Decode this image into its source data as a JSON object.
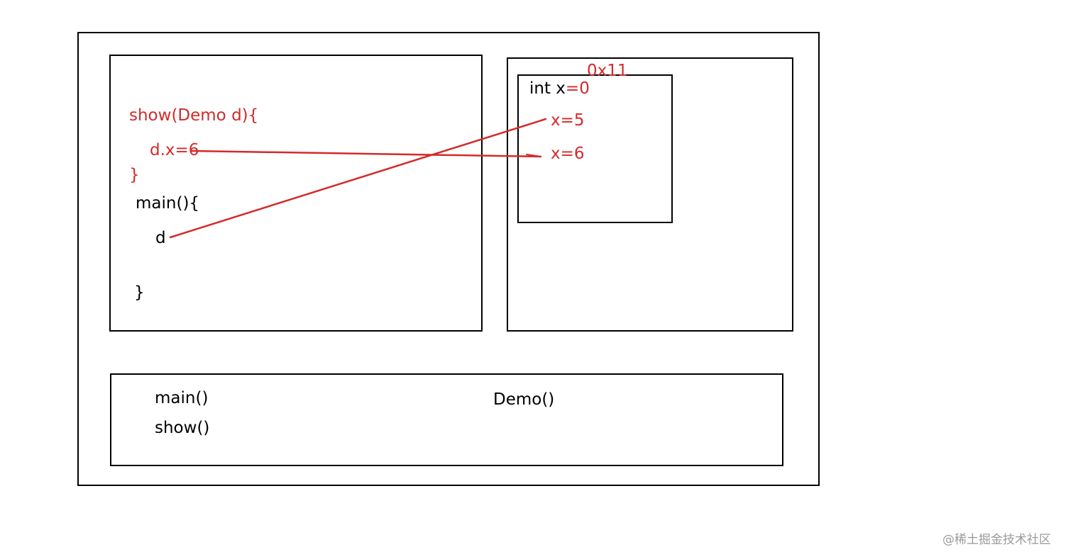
{
  "colors": {
    "ink": "#000000",
    "annotation": "#d42a2a",
    "watermark": "#9a9a9a"
  },
  "stack_frame": {
    "show_header": "show(Demo d){",
    "assign": "d.x=6",
    "show_close": "}",
    "main_header": "main(){",
    "var_d": "d",
    "main_close": "}"
  },
  "heap": {
    "address": "0x11",
    "field_prefix": "int x",
    "field_init": "=0",
    "value_a": "x=5",
    "value_b": "x=6"
  },
  "method_area": {
    "method_main": "main()",
    "method_show": "show()",
    "constructor": "Demo()"
  },
  "watermark": "@稀土掘金技术社区"
}
